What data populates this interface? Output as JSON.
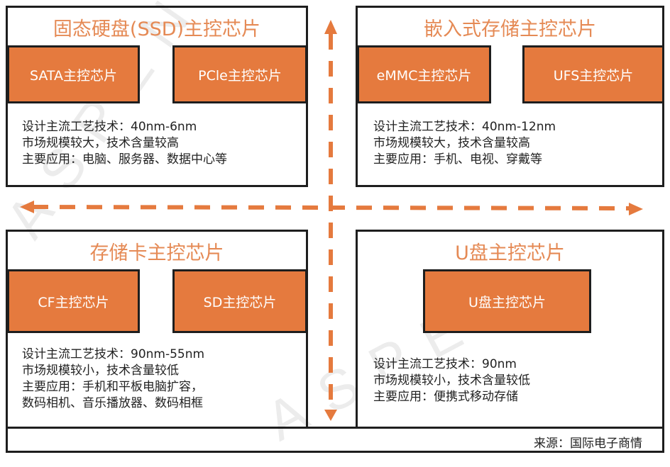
{
  "watermark": "ASPENCORE",
  "colors": {
    "accent": "#e57a3e",
    "title": "#e58a55",
    "border": "#1e1e1e"
  },
  "quadrants": {
    "ssd": {
      "title": "固态硬盘(SSD)主控芯片",
      "chips": [
        "SATA主控芯片",
        "PCle主控芯片"
      ],
      "lines": [
        "设计主流工艺技术：40nm-6nm",
        "市场规模较大，技术含量较高",
        "主要应用：电脑、服务器、数据中心等"
      ]
    },
    "embedded": {
      "title": "嵌入式存储主控芯片",
      "chips": [
        "eMMC主控芯片",
        "UFS主控芯片"
      ],
      "lines": [
        "设计主流工艺技术：40nm-12nm",
        "市场规模较大，技术含量较高",
        "主要应用：手机、电视、穿戴等"
      ]
    },
    "card": {
      "title": "存储卡主控芯片",
      "chips": [
        "CF主控芯片",
        "SD主控芯片"
      ],
      "lines": [
        "设计主流工艺技术：90nm-55nm",
        "市场规模较小，技术含量较低",
        "主要应用：手机和平板电脑扩容，",
        "数码相机、音乐播放器、数码相框"
      ]
    },
    "udisk": {
      "title": "U盘主控芯片",
      "chips": [
        "U盘主控芯片"
      ],
      "lines": [
        "设计主流工艺技术：90nm",
        "市场规模较小，技术含量较低",
        "主要应用：便携式移动存储"
      ]
    }
  },
  "footer": {
    "source": "来源：国际电子商情"
  }
}
